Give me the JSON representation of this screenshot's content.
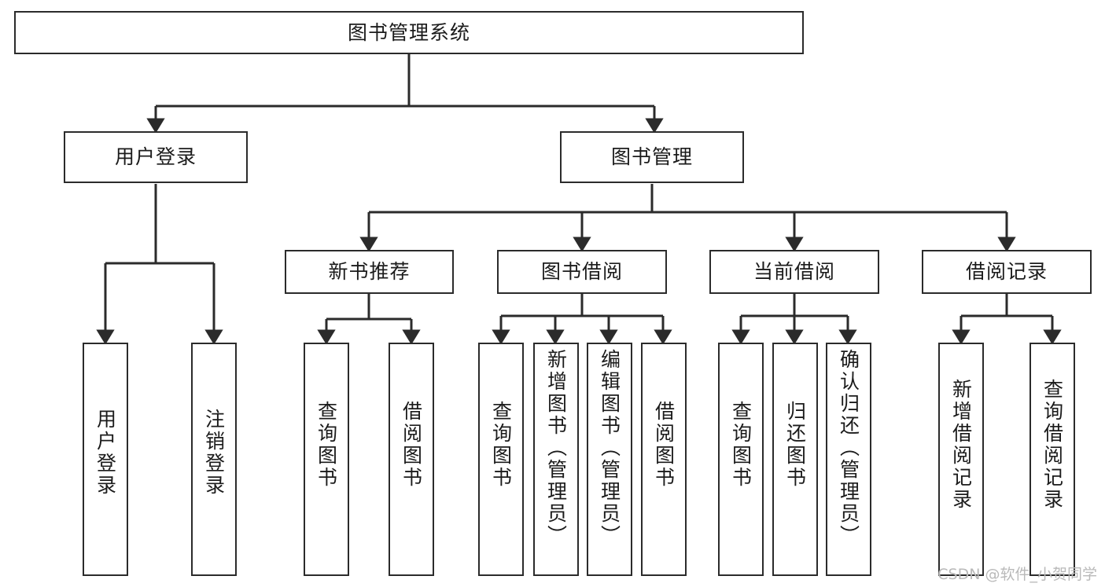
{
  "diagram": {
    "title": "图书管理系统",
    "watermark": "CSDN @软件_小贺同学",
    "line_color": "#2b2b2b",
    "box_fill": "#ffffff",
    "text_color": "#1b1b1b",
    "watermark_color": "#b9b9b9",
    "nodes": {
      "root": {
        "label": "图书管理系统"
      },
      "level2": [
        {
          "label": "用户登录"
        },
        {
          "label": "图书管理"
        }
      ],
      "level3": [
        {
          "label": "新书推荐"
        },
        {
          "label": "图书借阅"
        },
        {
          "label": "当前借阅"
        },
        {
          "label": "借阅记录"
        }
      ],
      "leaves": {
        "user_login": [
          {
            "label": "用户登录"
          },
          {
            "label": "注销登录"
          }
        ],
        "new_book": [
          {
            "label": "查询图书"
          },
          {
            "label": "借阅图书"
          }
        ],
        "book_borrow": [
          {
            "label": "查询图书"
          },
          {
            "label": "新增图书（管理员）"
          },
          {
            "label": "编辑图书（管理员）"
          },
          {
            "label": "借阅图书"
          }
        ],
        "current_borrow": [
          {
            "label": "查询图书"
          },
          {
            "label": "归还图书"
          },
          {
            "label": "确认归还（管理员）"
          }
        ],
        "borrow_record": [
          {
            "label": "新增借阅记录"
          },
          {
            "label": "查询借阅记录"
          }
        ]
      }
    }
  }
}
